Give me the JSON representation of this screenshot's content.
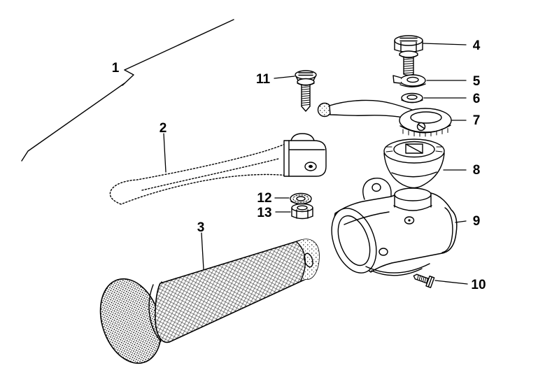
{
  "figure": {
    "background_color": "#ffffff",
    "line_color": "#000000",
    "part_labels": [
      "1",
      "2",
      "3",
      "4",
      "5",
      "6",
      "7",
      "8",
      "9",
      "10",
      "11",
      "12",
      "13"
    ]
  }
}
